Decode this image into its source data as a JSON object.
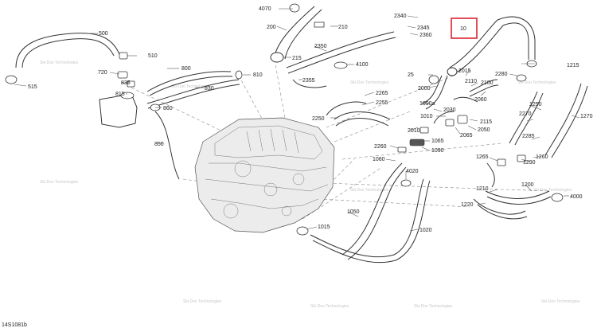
{
  "diagram": {
    "document_id": "14S1081b",
    "highlight_color": "#d9232d",
    "highlighted_label": "10",
    "part_labels": [
      "4070",
      "200",
      "210",
      "215",
      "2350",
      "4100",
      "2355",
      "500",
      "510",
      "515",
      "720",
      "800",
      "810",
      "835",
      "815",
      "830",
      "860",
      "850",
      "2340",
      "2345",
      "2360",
      "10",
      "1215",
      "2015",
      "2110",
      "2100",
      "2280",
      "25",
      "2000",
      "2060",
      "2030",
      "2115",
      "2050",
      "2065",
      "1010",
      "1090a",
      "2010",
      "1065",
      "1090",
      "2260",
      "1060",
      "4020",
      "2265",
      "2255",
      "2250",
      "1250",
      "2270",
      "1270",
      "2285",
      "1265",
      "1290",
      "1260",
      "1210",
      "1200",
      "4000",
      "1220",
      "1050",
      "1020",
      "1015"
    ],
    "watermark_text": "Ski-Doo Technologies"
  }
}
